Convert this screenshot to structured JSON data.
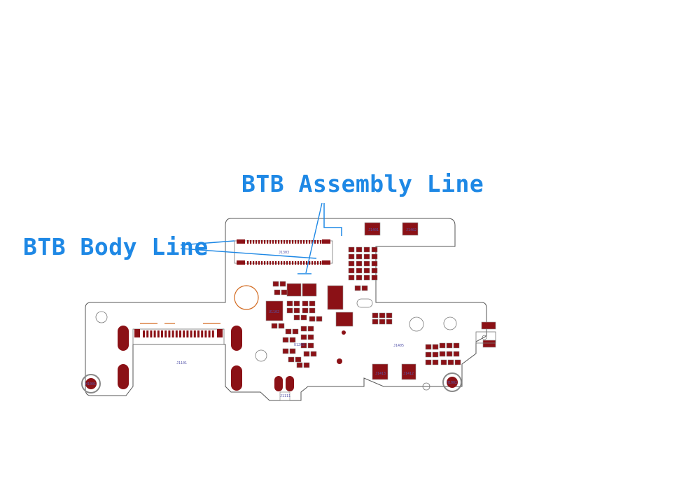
{
  "callouts": {
    "assembly_line": "BTB Assembly Line",
    "body_line": "BTB Body Line"
  },
  "designators": {
    "btb_connector": "J1303",
    "main_connector": "J1101",
    "small_connector": "J1111",
    "pad_right_top_1": "J1401",
    "pad_right_top_2": "J1402",
    "pad_mid_1": "J1413",
    "pad_mid_2": "J1412",
    "mid_small": "J1405",
    "ic": "U1203",
    "left_ic": "U1102",
    "screw_left": "H1001",
    "screw_right": "H1002"
  },
  "colors": {
    "accent": "#1e88e5",
    "pad": "#8b1116",
    "outline": "#555555",
    "orange": "#d2691e"
  }
}
